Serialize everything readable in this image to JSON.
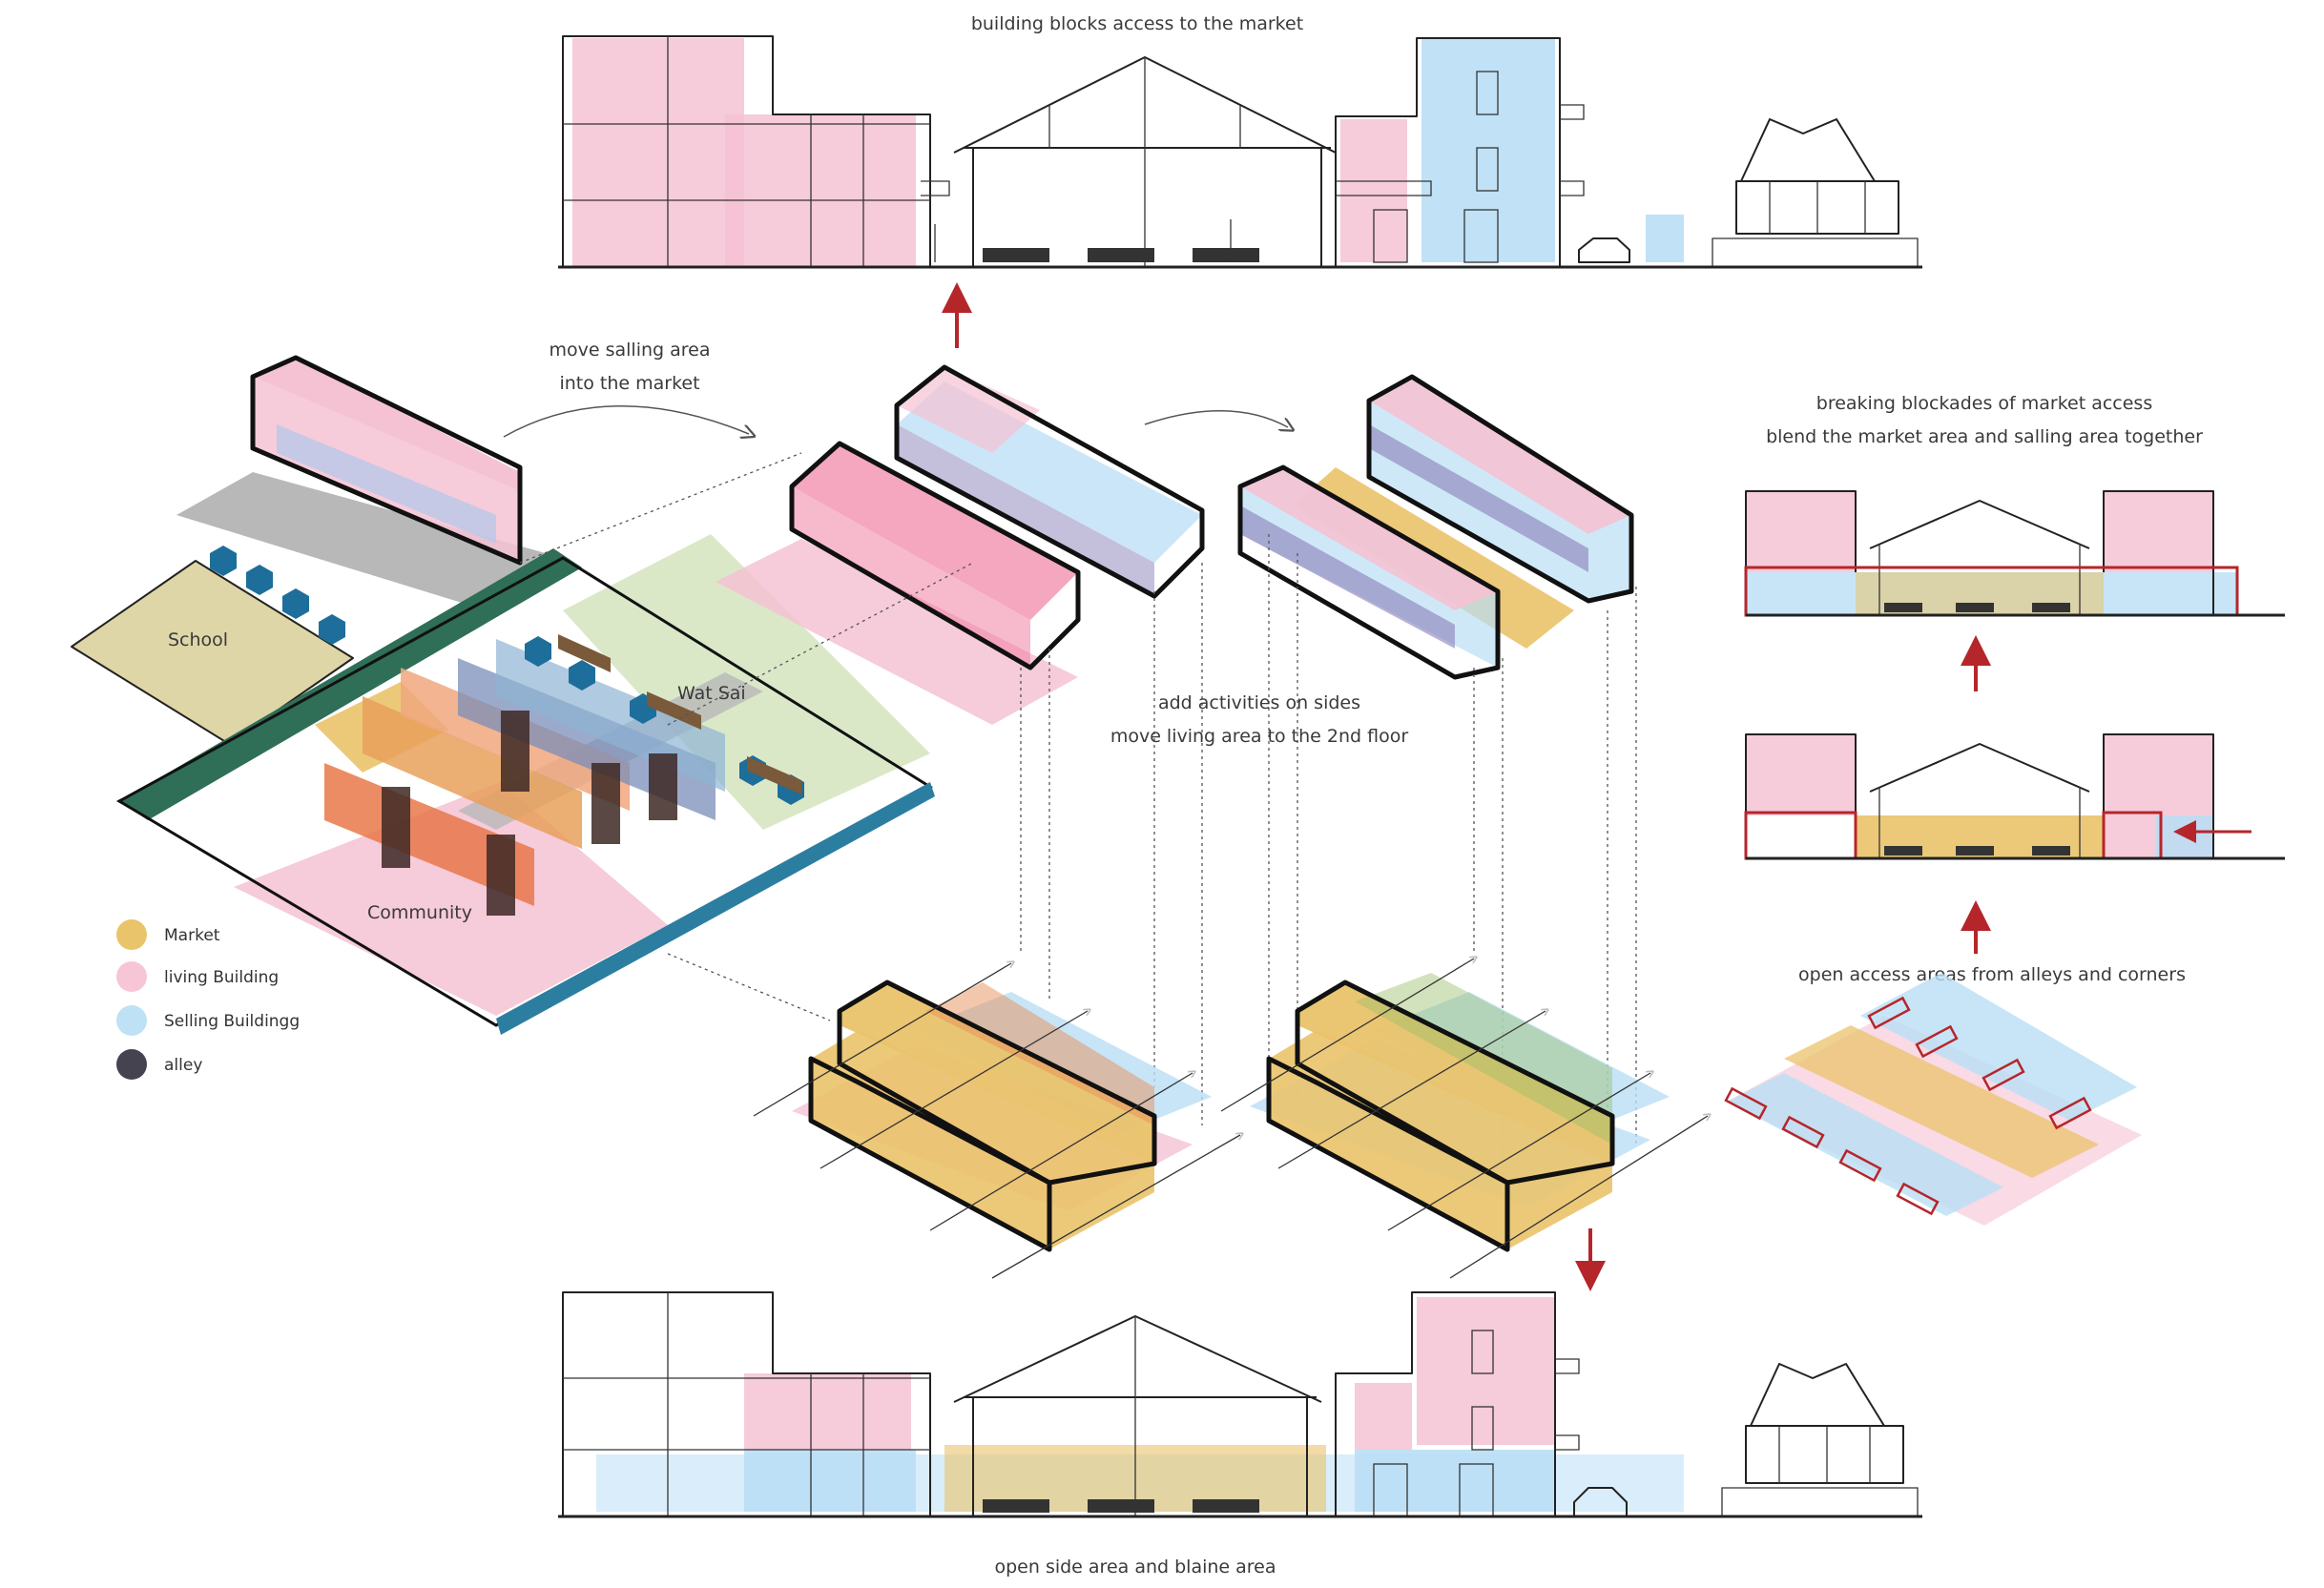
{
  "labels": {
    "top_section_caption": "building blocks access to the market",
    "bottom_section_caption": "open side area and blaine area",
    "arrow1_caption_line1": "move salling area",
    "arrow1_caption_line2": "into the market",
    "middle_caption_line1": "add activities on sides",
    "middle_caption_line2": "move living area to the 2nd floor",
    "right_top_caption_line1": "breaking blockades of market access",
    "right_top_caption_line2": "blend the market area and salling area together",
    "right_bottom_caption": "open access areas from alleys and corners",
    "site_school": "School",
    "site_wat": "Wat Sai",
    "site_community": "Community"
  },
  "legend": [
    {
      "label": "Market",
      "color": "#e9c46a"
    },
    {
      "label": "living Building",
      "color": "#f6c6d6"
    },
    {
      "label": "Selling Buildingg",
      "color": "#bfe1f5"
    },
    {
      "label": "alley",
      "color": "#45434f"
    }
  ],
  "colors": {
    "market": "#eac36a",
    "living": "#f5c2d3",
    "selling": "#b9def5",
    "alley": "#45434f",
    "accent_red": "#b5262b",
    "school_zone": "#d8cf98",
    "wat_zone": "#d6e6c2",
    "road_blue": "#2c7ea1",
    "rail_green": "#2f6e57"
  }
}
